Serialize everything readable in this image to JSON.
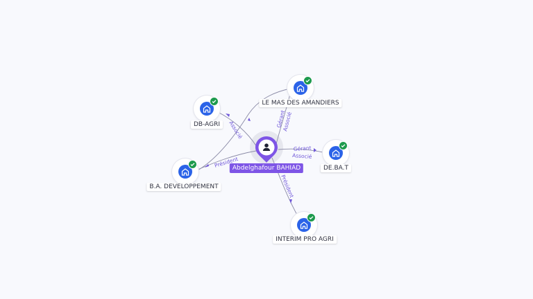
{
  "person": {
    "name": "Abdelghafour BAHIAD",
    "icon": "person-icon"
  },
  "companies": [
    {
      "id": "le-mas",
      "label": "LE MAS DES AMANDIERS",
      "icon": "building-icon",
      "verified": true
    },
    {
      "id": "db-agri",
      "label": "DB-AGRI",
      "icon": "building-icon",
      "verified": true
    },
    {
      "id": "ba-dev",
      "label": "B.A. DEVELOPPEMENT",
      "icon": "building-icon",
      "verified": true
    },
    {
      "id": "de-ba-t",
      "label": "DE.BA.T",
      "icon": "building-icon",
      "verified": true
    },
    {
      "id": "interim",
      "label": "INTERIM PRO AGRI",
      "icon": "building-icon",
      "verified": true
    }
  ],
  "relations": [
    {
      "target": "le-mas",
      "roles": [
        "Gérant",
        "Associé"
      ]
    },
    {
      "target": "db-agri",
      "roles": [
        "Associé"
      ]
    },
    {
      "target": "ba-dev",
      "roles": [
        "Président"
      ]
    },
    {
      "target": "de-ba-t",
      "roles": [
        "Gérant",
        "Associé"
      ]
    },
    {
      "target": "interim",
      "roles": [
        "Président"
      ]
    }
  ],
  "colors": {
    "person": "#7e55e6",
    "company": "#2b63e8",
    "verified": "#1d9a4d",
    "edge_label": "#6f57d9"
  }
}
